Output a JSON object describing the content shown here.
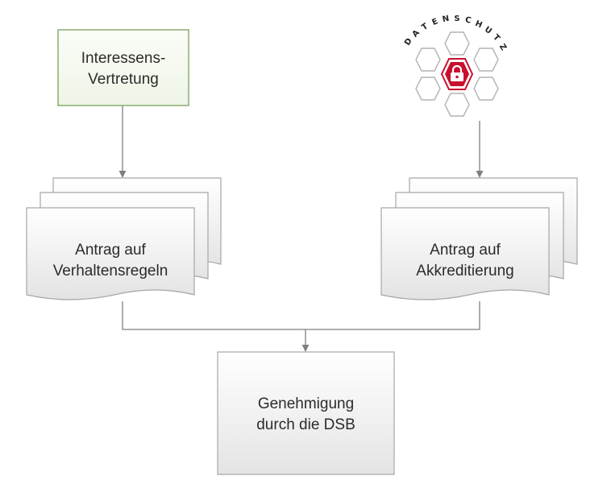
{
  "colors": {
    "connector": "#7f7f7f",
    "box_border": "#a6a6a6",
    "interest_fill": "#f4f8ef",
    "interest_border": "#7aa05a",
    "doc_fill_top": "#ffffff",
    "doc_fill_bottom": "#e6e6e6",
    "hex_stroke": "#b3b3b3",
    "badge_red": "#c8102e",
    "text": "#2b2b2b"
  },
  "nodes": {
    "interest_group": {
      "line1": "Interessens-",
      "line2": "Vertretung"
    },
    "code_of_conduct_request": {
      "line1": "Antrag auf",
      "line2": "Verhaltensregeln"
    },
    "accreditation_request": {
      "line1": "Antrag auf",
      "line2": "Akkreditierung"
    },
    "approval": {
      "line1": "Genehmigung",
      "line2": "durch die DSB"
    }
  },
  "logo": {
    "text": "DATENSCHUTZ",
    "icon": "padlock-icon"
  }
}
